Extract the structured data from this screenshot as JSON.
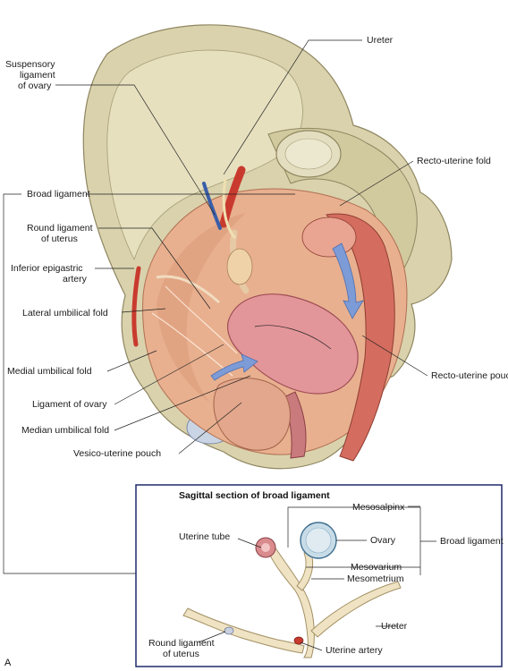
{
  "labels": {
    "suspensory_ligament": [
      "Suspensory",
      "ligament",
      "of ovary"
    ],
    "ureter": "Ureter",
    "broad_ligament": "Broad ligament",
    "recto_uterine_fold": "Recto-uterine fold",
    "round_ligament_uterus": [
      "Round ligament",
      "of uterus"
    ],
    "inferior_epigastric": [
      "Inferior epigastric",
      "artery"
    ],
    "lateral_umbilical": "Lateral umbilical fold",
    "medial_umbilical": "Medial umbilical fold",
    "ligament_of_ovary": "Ligament of ovary",
    "median_umbilical": "Median umbilical fold",
    "vesico_uterine": "Vesico-uterine pouch",
    "recto_uterine_pouch": "Recto-uterine pouch"
  },
  "inset": {
    "title": "Sagittal section of broad ligament",
    "mesosalpinx": "Mesosalpinx",
    "uterine_tube": "Uterine tube",
    "ovary": "Ovary",
    "broad_ligament": "Broad ligament",
    "mesovarium": "Mesovarium",
    "mesometrium": "Mesometrium",
    "ureter": "Ureter",
    "round_ligament": [
      "Round ligament",
      "of uterus"
    ],
    "uterine_artery": "Uterine artery"
  },
  "panel_letter": "A",
  "colors": {
    "bone": "#d9d2ad",
    "bone_dark": "#b8ae85",
    "peritoneum": "#e8b08f",
    "peritoneum_dark": "#c98466",
    "uterus": "#e3969a",
    "rectum": "#d46d5f",
    "artery": "#c93a2e",
    "vein": "#3a5ea8",
    "arrow": "#7d9bd6",
    "ligament": "#efe3c4",
    "ovary": "#c8dce8",
    "box": "#1f2a6b"
  }
}
